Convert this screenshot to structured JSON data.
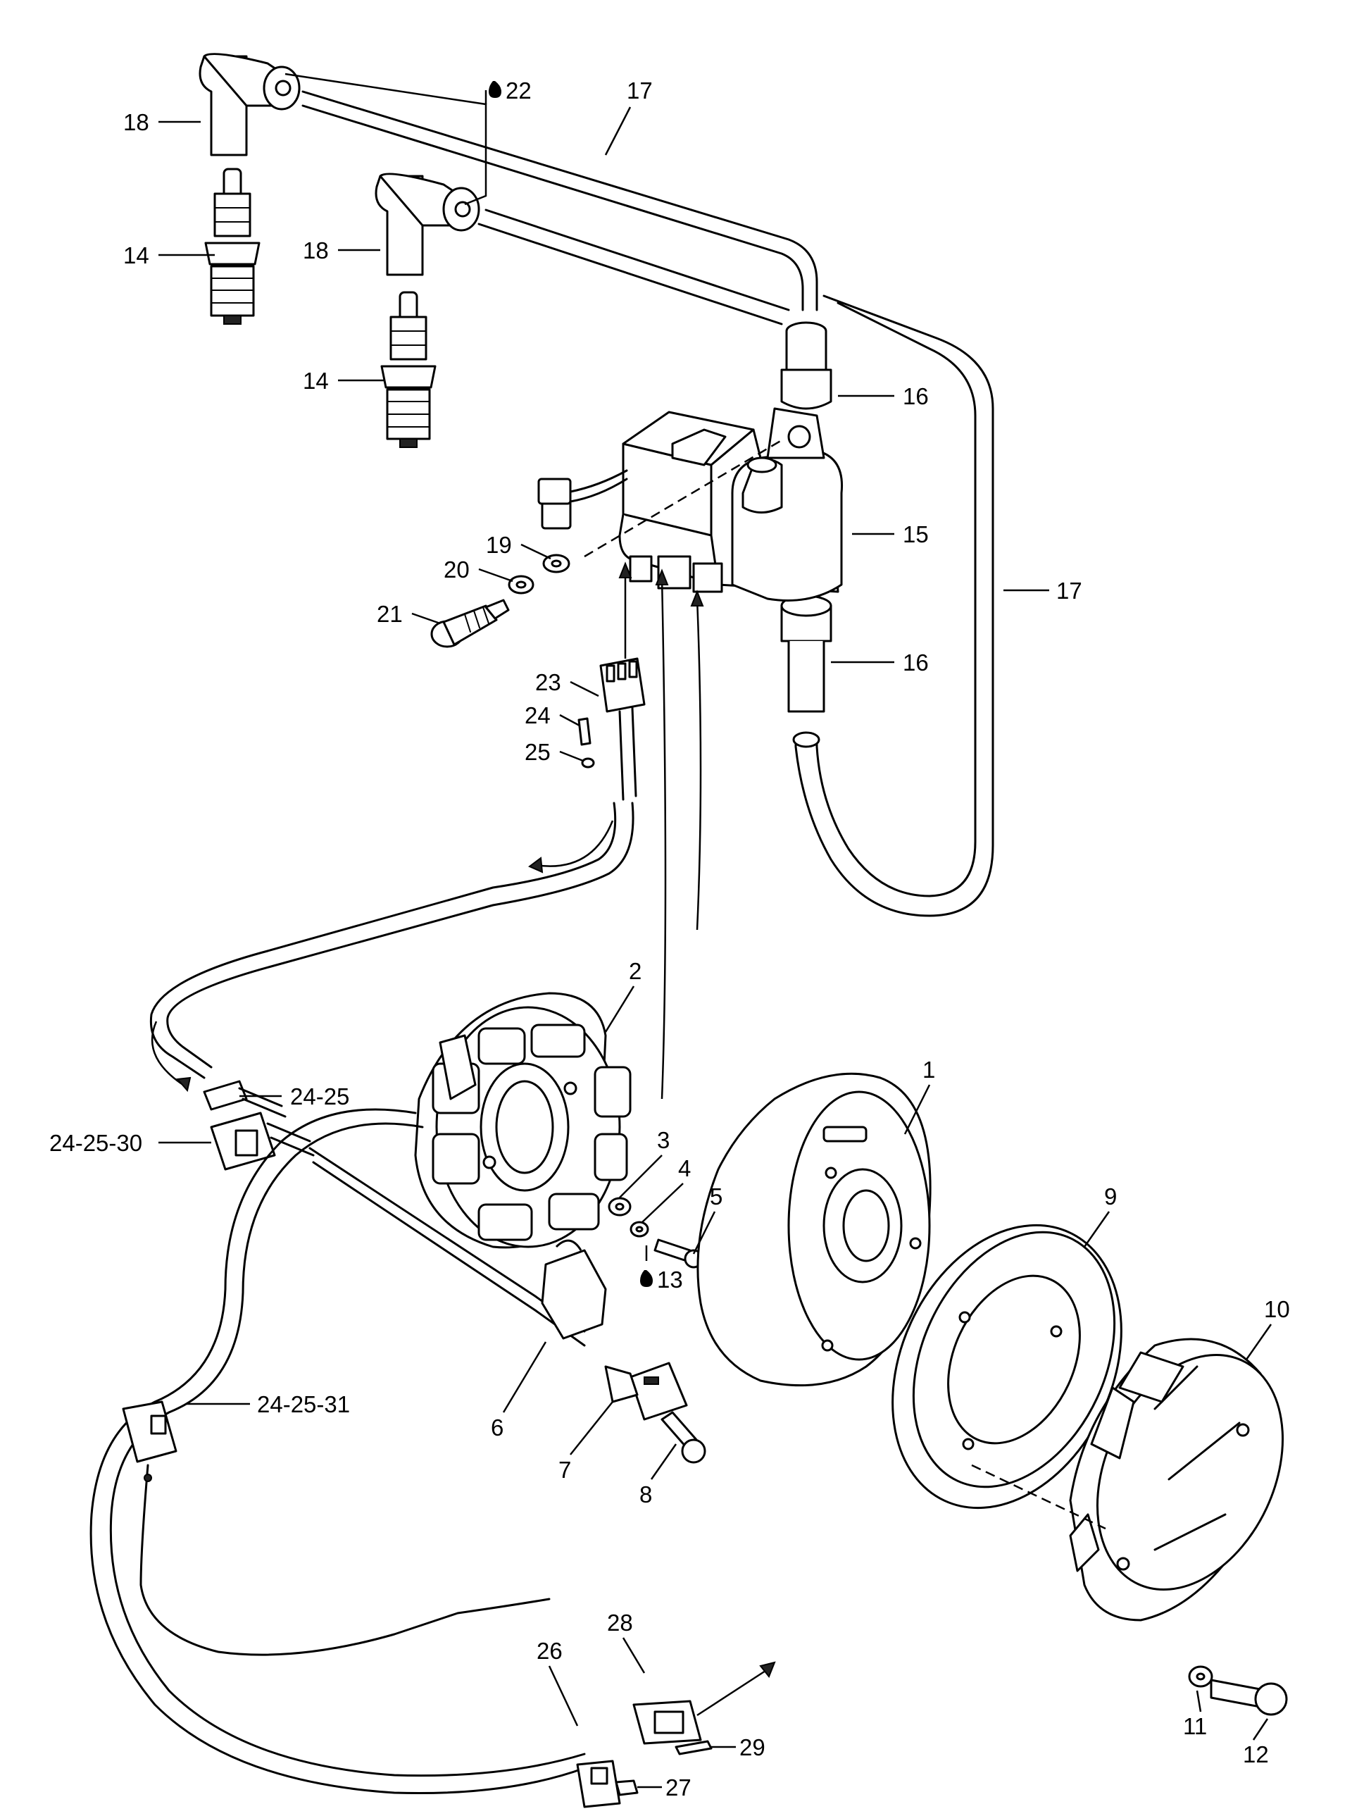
{
  "callouts": [
    {
      "id": "c18a",
      "text": "18"
    },
    {
      "id": "c22",
      "text": "22",
      "icon": "drop-icon"
    },
    {
      "id": "c17a",
      "text": "17"
    },
    {
      "id": "c14a",
      "text": "14"
    },
    {
      "id": "c18b",
      "text": "18"
    },
    {
      "id": "c14b",
      "text": "14"
    },
    {
      "id": "c16a",
      "text": "16"
    },
    {
      "id": "c15",
      "text": "15"
    },
    {
      "id": "c19",
      "text": "19"
    },
    {
      "id": "c20",
      "text": "20"
    },
    {
      "id": "c17b",
      "text": "17"
    },
    {
      "id": "c21",
      "text": "21"
    },
    {
      "id": "c16b",
      "text": "16"
    },
    {
      "id": "c23",
      "text": "23"
    },
    {
      "id": "c24",
      "text": "24"
    },
    {
      "id": "c25",
      "text": "25"
    },
    {
      "id": "c2",
      "text": "2"
    },
    {
      "id": "c1",
      "text": "1"
    },
    {
      "id": "c2425",
      "text": "24-25"
    },
    {
      "id": "c242530",
      "text": "24-25-30"
    },
    {
      "id": "c3",
      "text": "3"
    },
    {
      "id": "c4",
      "text": "4"
    },
    {
      "id": "c5",
      "text": "5"
    },
    {
      "id": "c9",
      "text": "9"
    },
    {
      "id": "c13",
      "text": "13",
      "icon": "drop-icon"
    },
    {
      "id": "c10",
      "text": "10"
    },
    {
      "id": "c242531",
      "text": "24-25-31"
    },
    {
      "id": "c6",
      "text": "6"
    },
    {
      "id": "c7",
      "text": "7"
    },
    {
      "id": "c8",
      "text": "8"
    },
    {
      "id": "c28",
      "text": "28"
    },
    {
      "id": "c26",
      "text": "26"
    },
    {
      "id": "c11",
      "text": "11"
    },
    {
      "id": "c12",
      "text": "12"
    },
    {
      "id": "c29",
      "text": "29"
    },
    {
      "id": "c27",
      "text": "27"
    }
  ]
}
